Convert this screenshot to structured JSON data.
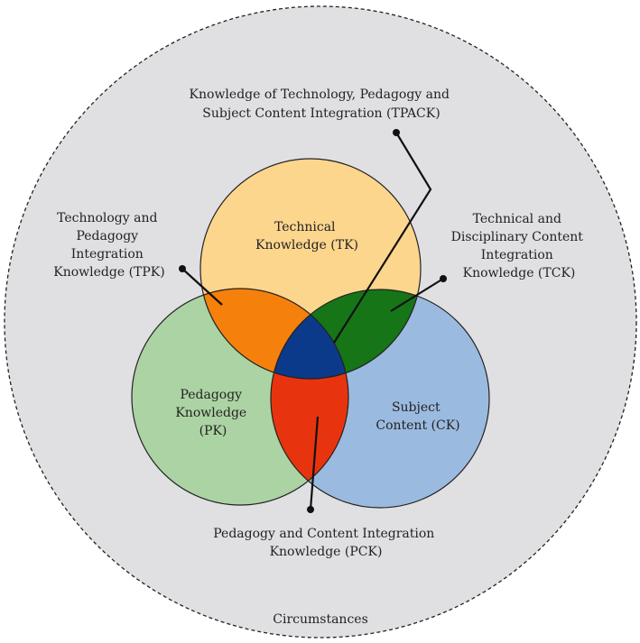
{
  "colors": {
    "context": "#e0e0e3",
    "tk": "#fdd68e",
    "pk": "#acd3a3",
    "ck": "#9bbadf",
    "tpk": "#f6800c",
    "tck": "#167517",
    "pck": "#e8340e",
    "tpack": "#0b3a8a",
    "outline": "#222222"
  },
  "labels": {
    "tpack": [
      "Knowledge of Technology, Pedagogy and",
      "Subject Content Integration (TPACK)"
    ],
    "tk": [
      "Technical",
      "Knowledge (TK)"
    ],
    "tpk": [
      "Technology and",
      "Pedagogy",
      "Integration",
      "Knowledge (TPK)"
    ],
    "tck": [
      "Technical and",
      "Disciplinary Content",
      "Integration",
      "Knowledge (TCK)"
    ],
    "pk": [
      "Pedagogy",
      "Knowledge",
      "(PK)"
    ],
    "ck": [
      "Subject",
      "Content (CK)"
    ],
    "pck": [
      "Pedagogy and Content Integration",
      "Knowledge (PCK)"
    ],
    "context": "Circumstances"
  }
}
